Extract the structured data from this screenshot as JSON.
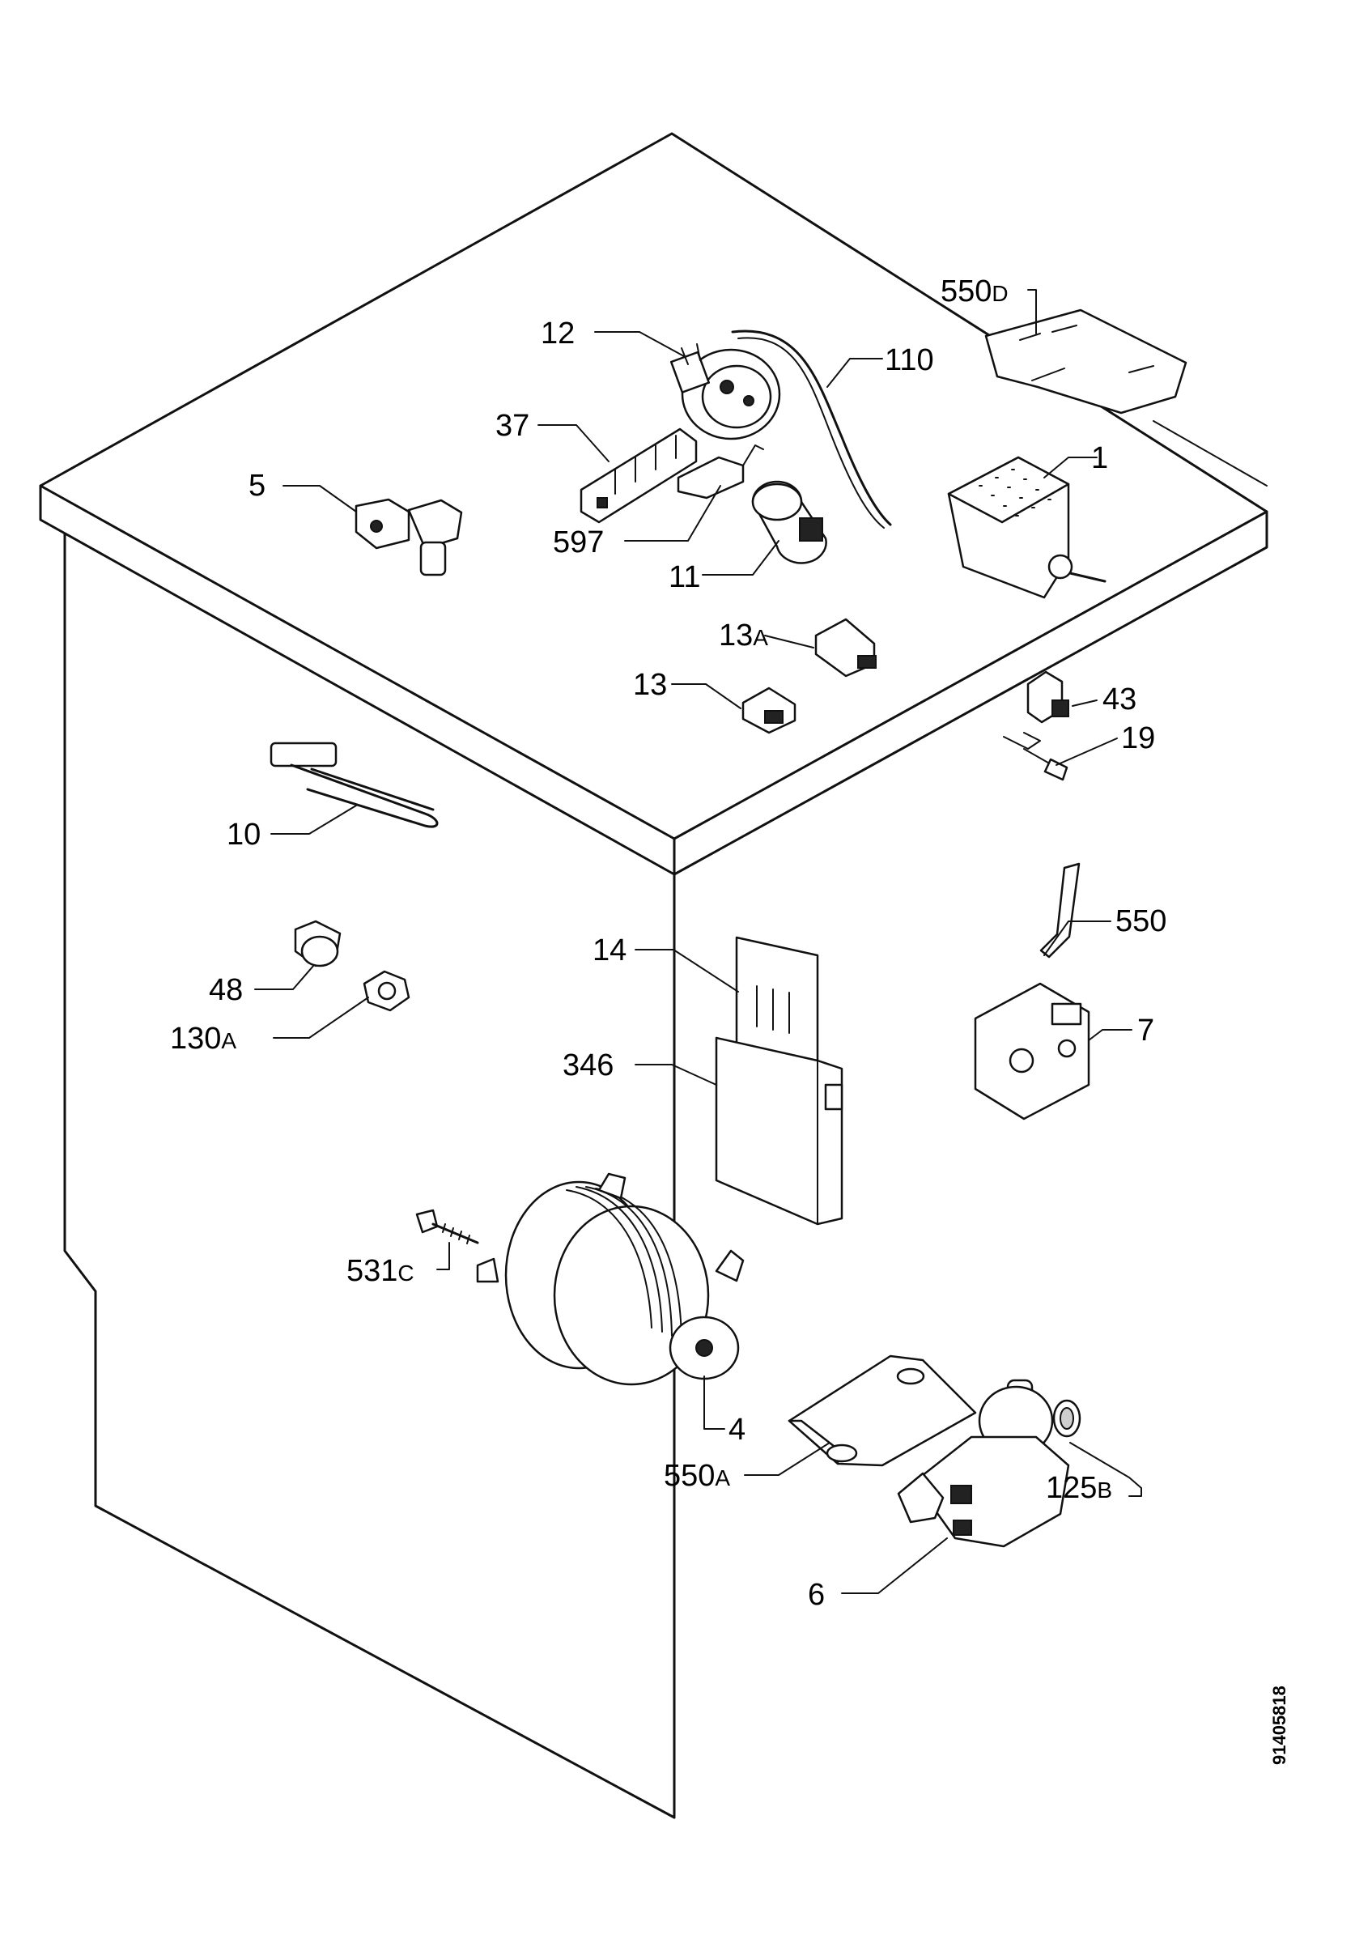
{
  "document_id": "91405818",
  "callouts": [
    {
      "id": "550D",
      "num": "550",
      "suffix": "D"
    },
    {
      "id": "12",
      "num": "12",
      "suffix": ""
    },
    {
      "id": "110",
      "num": "110",
      "suffix": ""
    },
    {
      "id": "37",
      "num": "37",
      "suffix": ""
    },
    {
      "id": "5",
      "num": "5",
      "suffix": ""
    },
    {
      "id": "1",
      "num": "1",
      "suffix": ""
    },
    {
      "id": "597",
      "num": "597",
      "suffix": ""
    },
    {
      "id": "11",
      "num": "11",
      "suffix": ""
    },
    {
      "id": "13A",
      "num": "13",
      "suffix": "A"
    },
    {
      "id": "13",
      "num": "13",
      "suffix": ""
    },
    {
      "id": "43",
      "num": "43",
      "suffix": ""
    },
    {
      "id": "19",
      "num": "19",
      "suffix": ""
    },
    {
      "id": "10",
      "num": "10",
      "suffix": ""
    },
    {
      "id": "550",
      "num": "550",
      "suffix": ""
    },
    {
      "id": "14",
      "num": "14",
      "suffix": ""
    },
    {
      "id": "48",
      "num": "48",
      "suffix": ""
    },
    {
      "id": "7",
      "num": "7",
      "suffix": ""
    },
    {
      "id": "130A",
      "num": "130",
      "suffix": "A"
    },
    {
      "id": "346",
      "num": "346",
      "suffix": ""
    },
    {
      "id": "531C",
      "num": "531",
      "suffix": "C"
    },
    {
      "id": "4",
      "num": "4",
      "suffix": ""
    },
    {
      "id": "550A",
      "num": "550",
      "suffix": "A"
    },
    {
      "id": "125B",
      "num": "125",
      "suffix": "B"
    },
    {
      "id": "6",
      "num": "6",
      "suffix": ""
    }
  ]
}
